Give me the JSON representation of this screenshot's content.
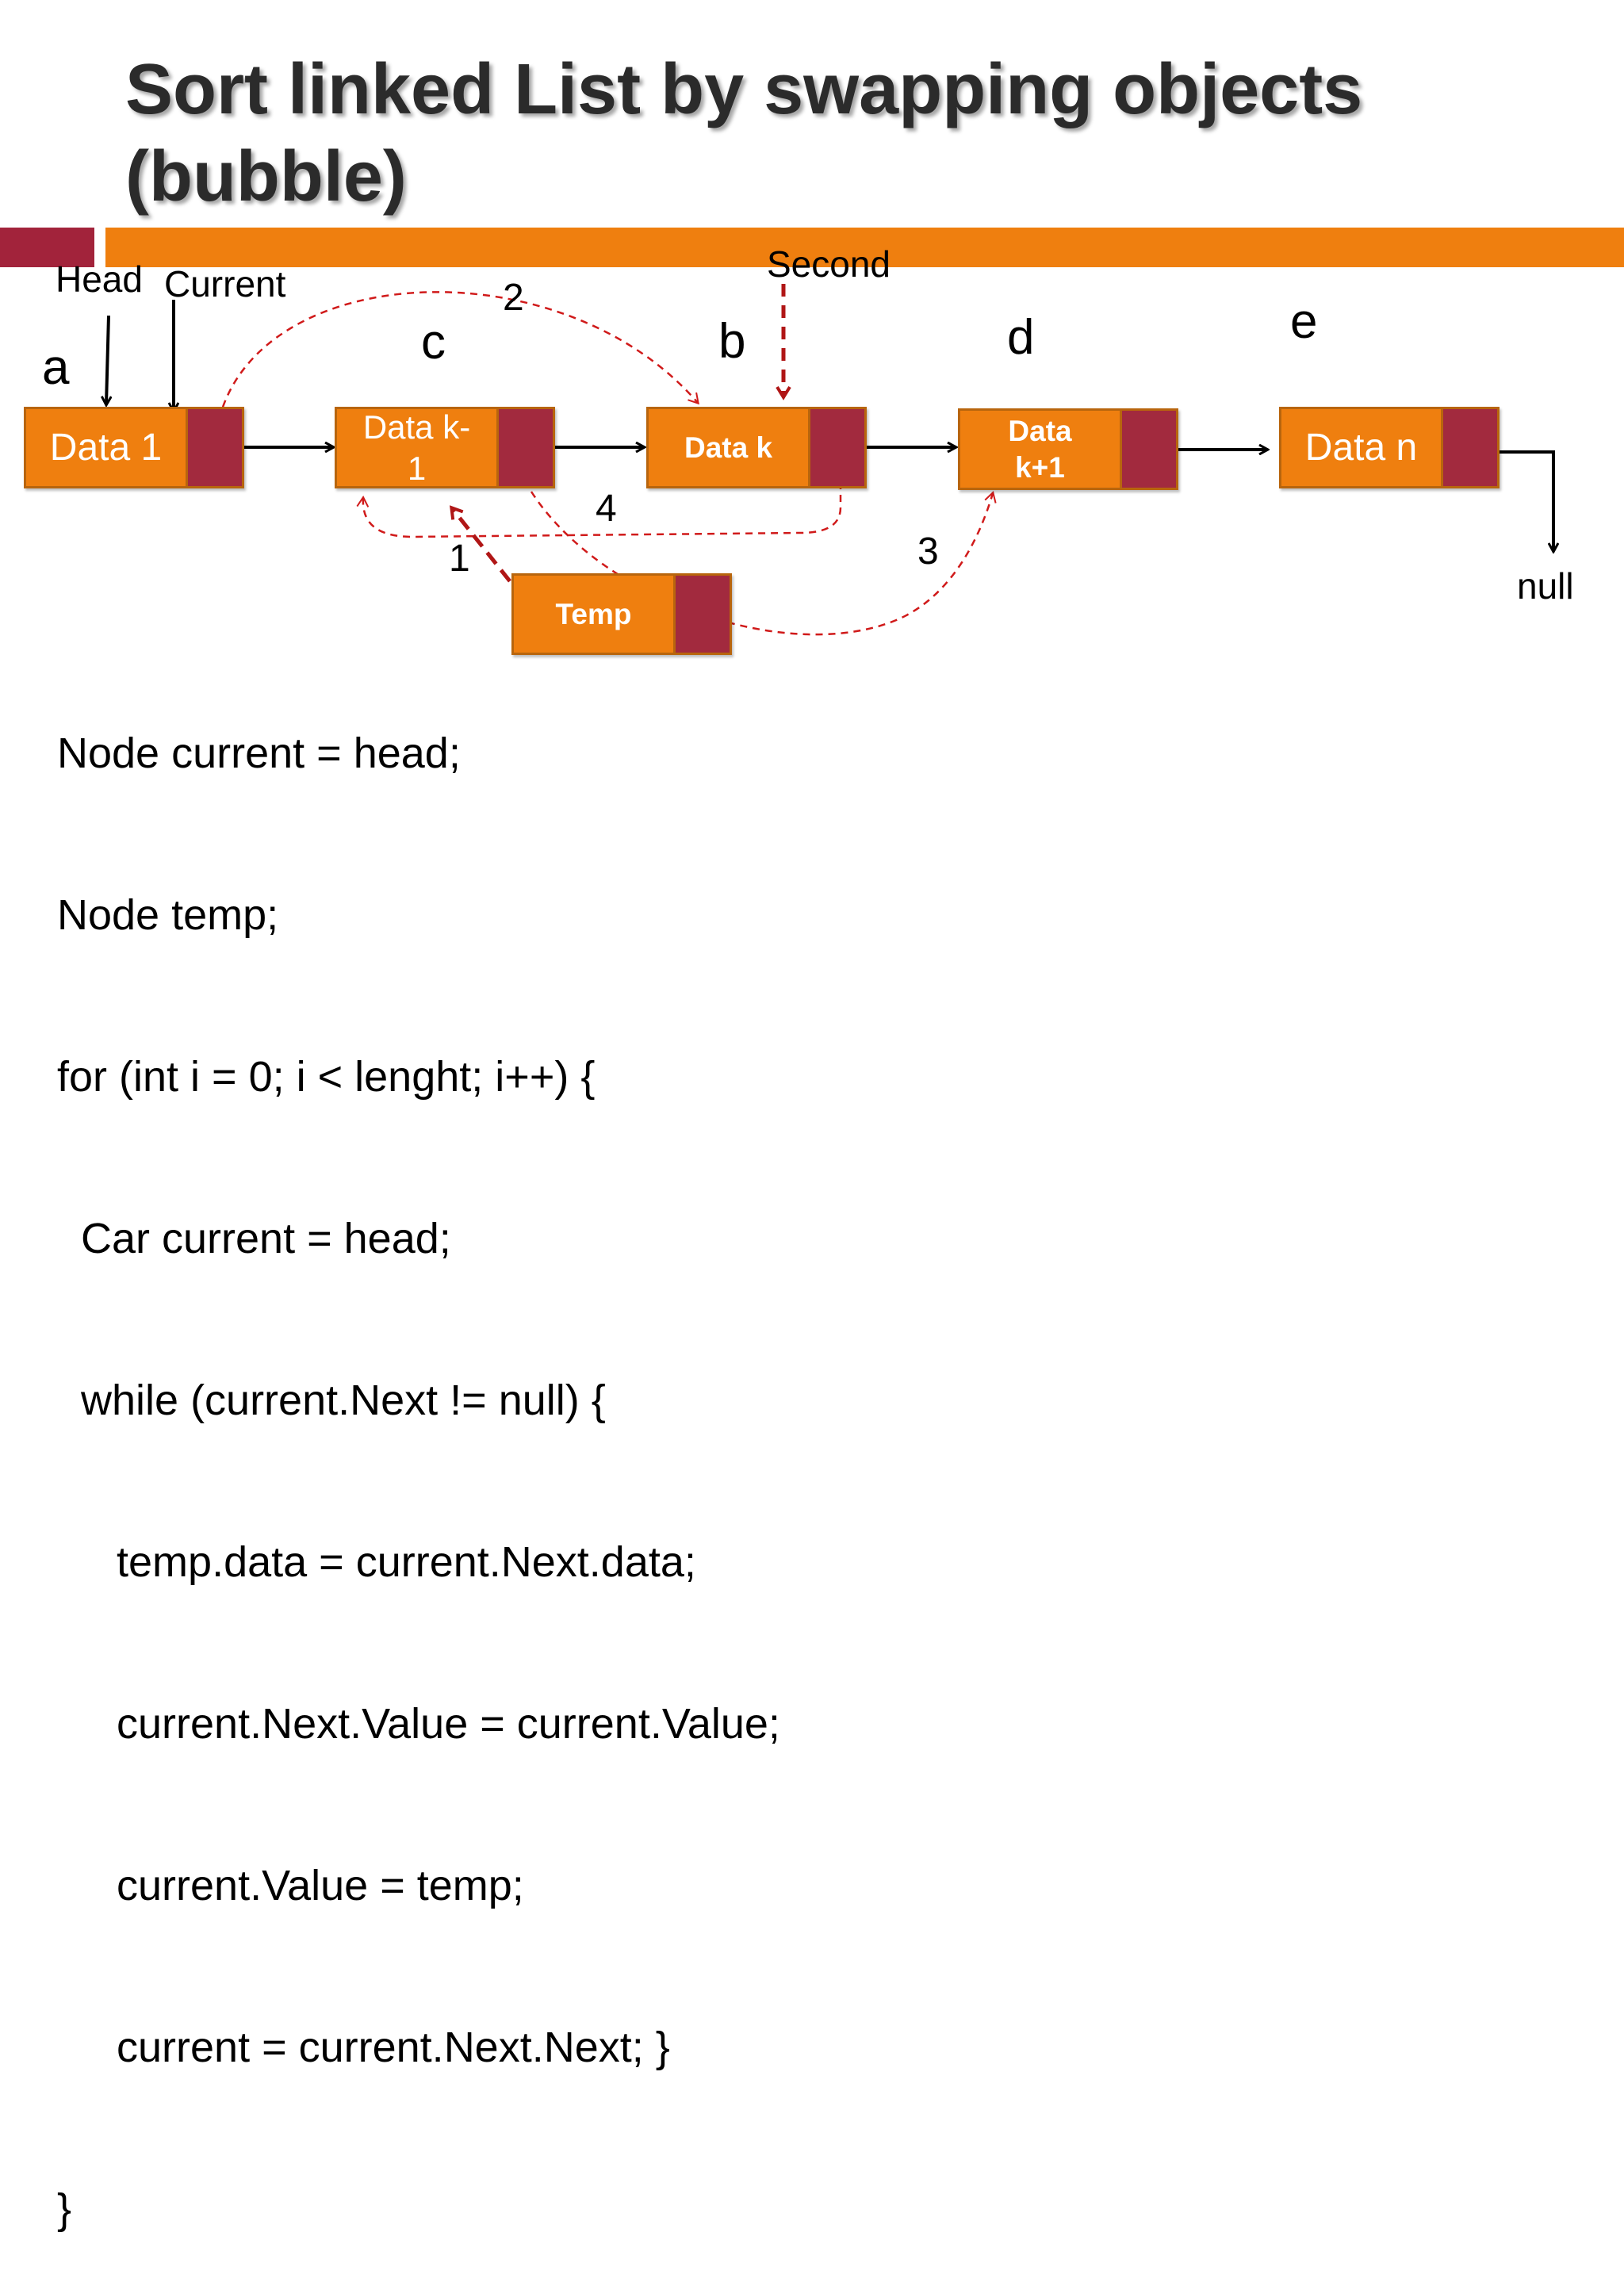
{
  "title": "Sort linked List by swapping objects (bubble)",
  "colors": {
    "accent_orange": "#ef7f0f",
    "accent_maroon": "#a2233b",
    "pointer_red": "#d01a1a",
    "arrow_dark_red": "#b01616"
  },
  "labels": {
    "head": "Head",
    "current": "Current",
    "second": "Second",
    "null": "null",
    "letter_a": "a",
    "letter_c": "c",
    "letter_b": "b",
    "letter_d": "d",
    "letter_e": "e",
    "step_1": "1",
    "step_2": "2",
    "step_3": "3",
    "step_4": "4"
  },
  "nodes": {
    "data1": "Data 1",
    "datak_minus1_line1": "Data k-",
    "datak_minus1_line2": "1",
    "datak": "Data k",
    "datak_plus1_line1": "Data",
    "datak_plus1_line2": "k+1",
    "datan": "Data n",
    "temp": "Temp"
  },
  "code": [
    "Node current = head;",
    "Node temp;",
    "for (int i = 0; i < lenght; i++) {",
    "  Car current = head;",
    "  while (current.Next != null) {",
    "     temp.data = current.Next.data;",
    "     current.Next.Value = current.Value;",
    "     current.Value = temp;",
    "     current = current.Next.Next; }",
    "}"
  ]
}
